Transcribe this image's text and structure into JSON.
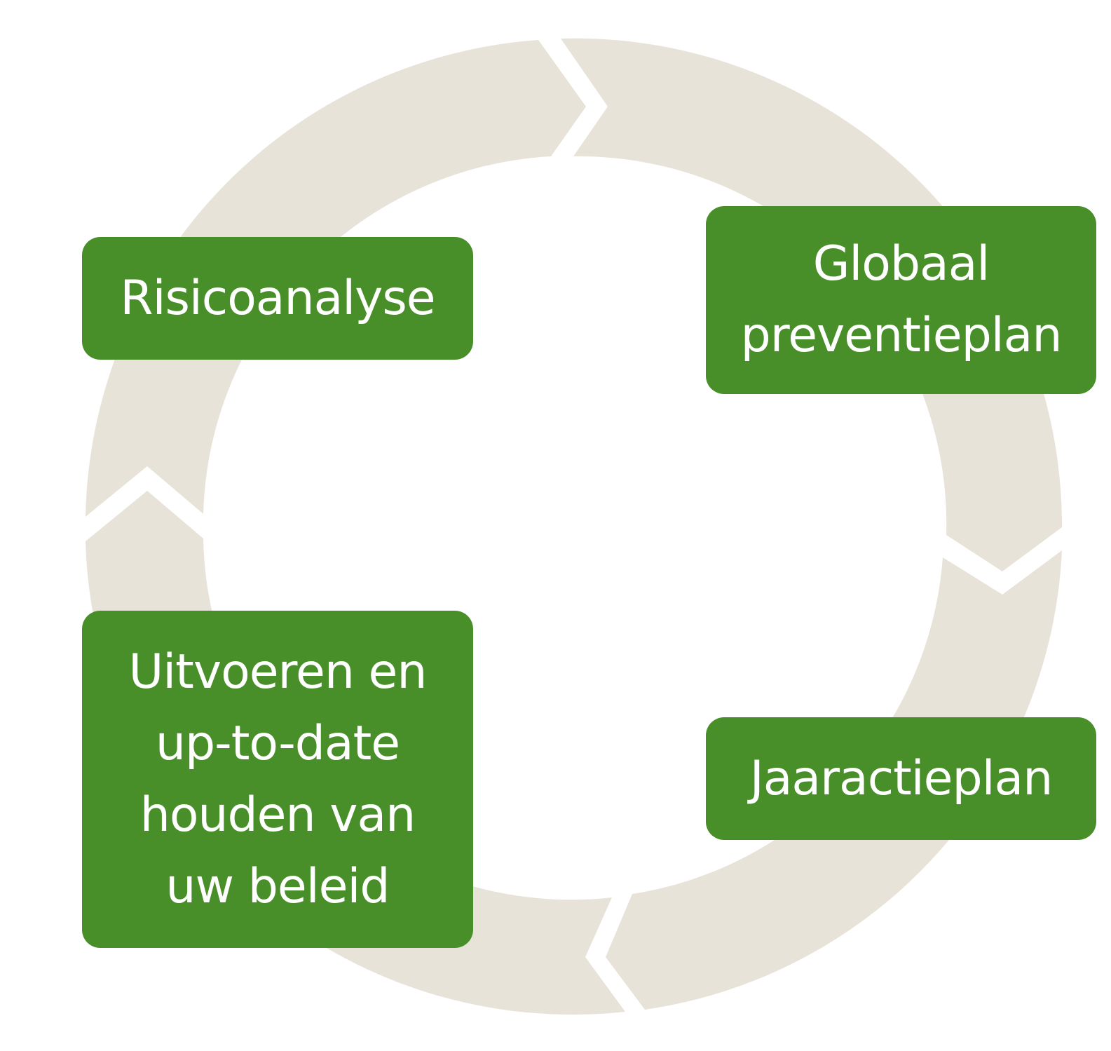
{
  "colors": {
    "ring": "#e8e3d8",
    "box": "#498f29",
    "text": "#ffffff",
    "background": "#ffffff"
  },
  "steps": [
    {
      "id": "risicoanalyse",
      "lines": [
        "Risicoanalyse"
      ]
    },
    {
      "id": "preventieplan",
      "lines": [
        "Globaal",
        "preventieplan"
      ]
    },
    {
      "id": "jaaractieplan",
      "lines": [
        "Jaaractieplan"
      ]
    },
    {
      "id": "uitvoeren",
      "lines": [
        "Uitvoeren en",
        "up-to-date",
        "houden van",
        "uw beleid"
      ]
    }
  ]
}
